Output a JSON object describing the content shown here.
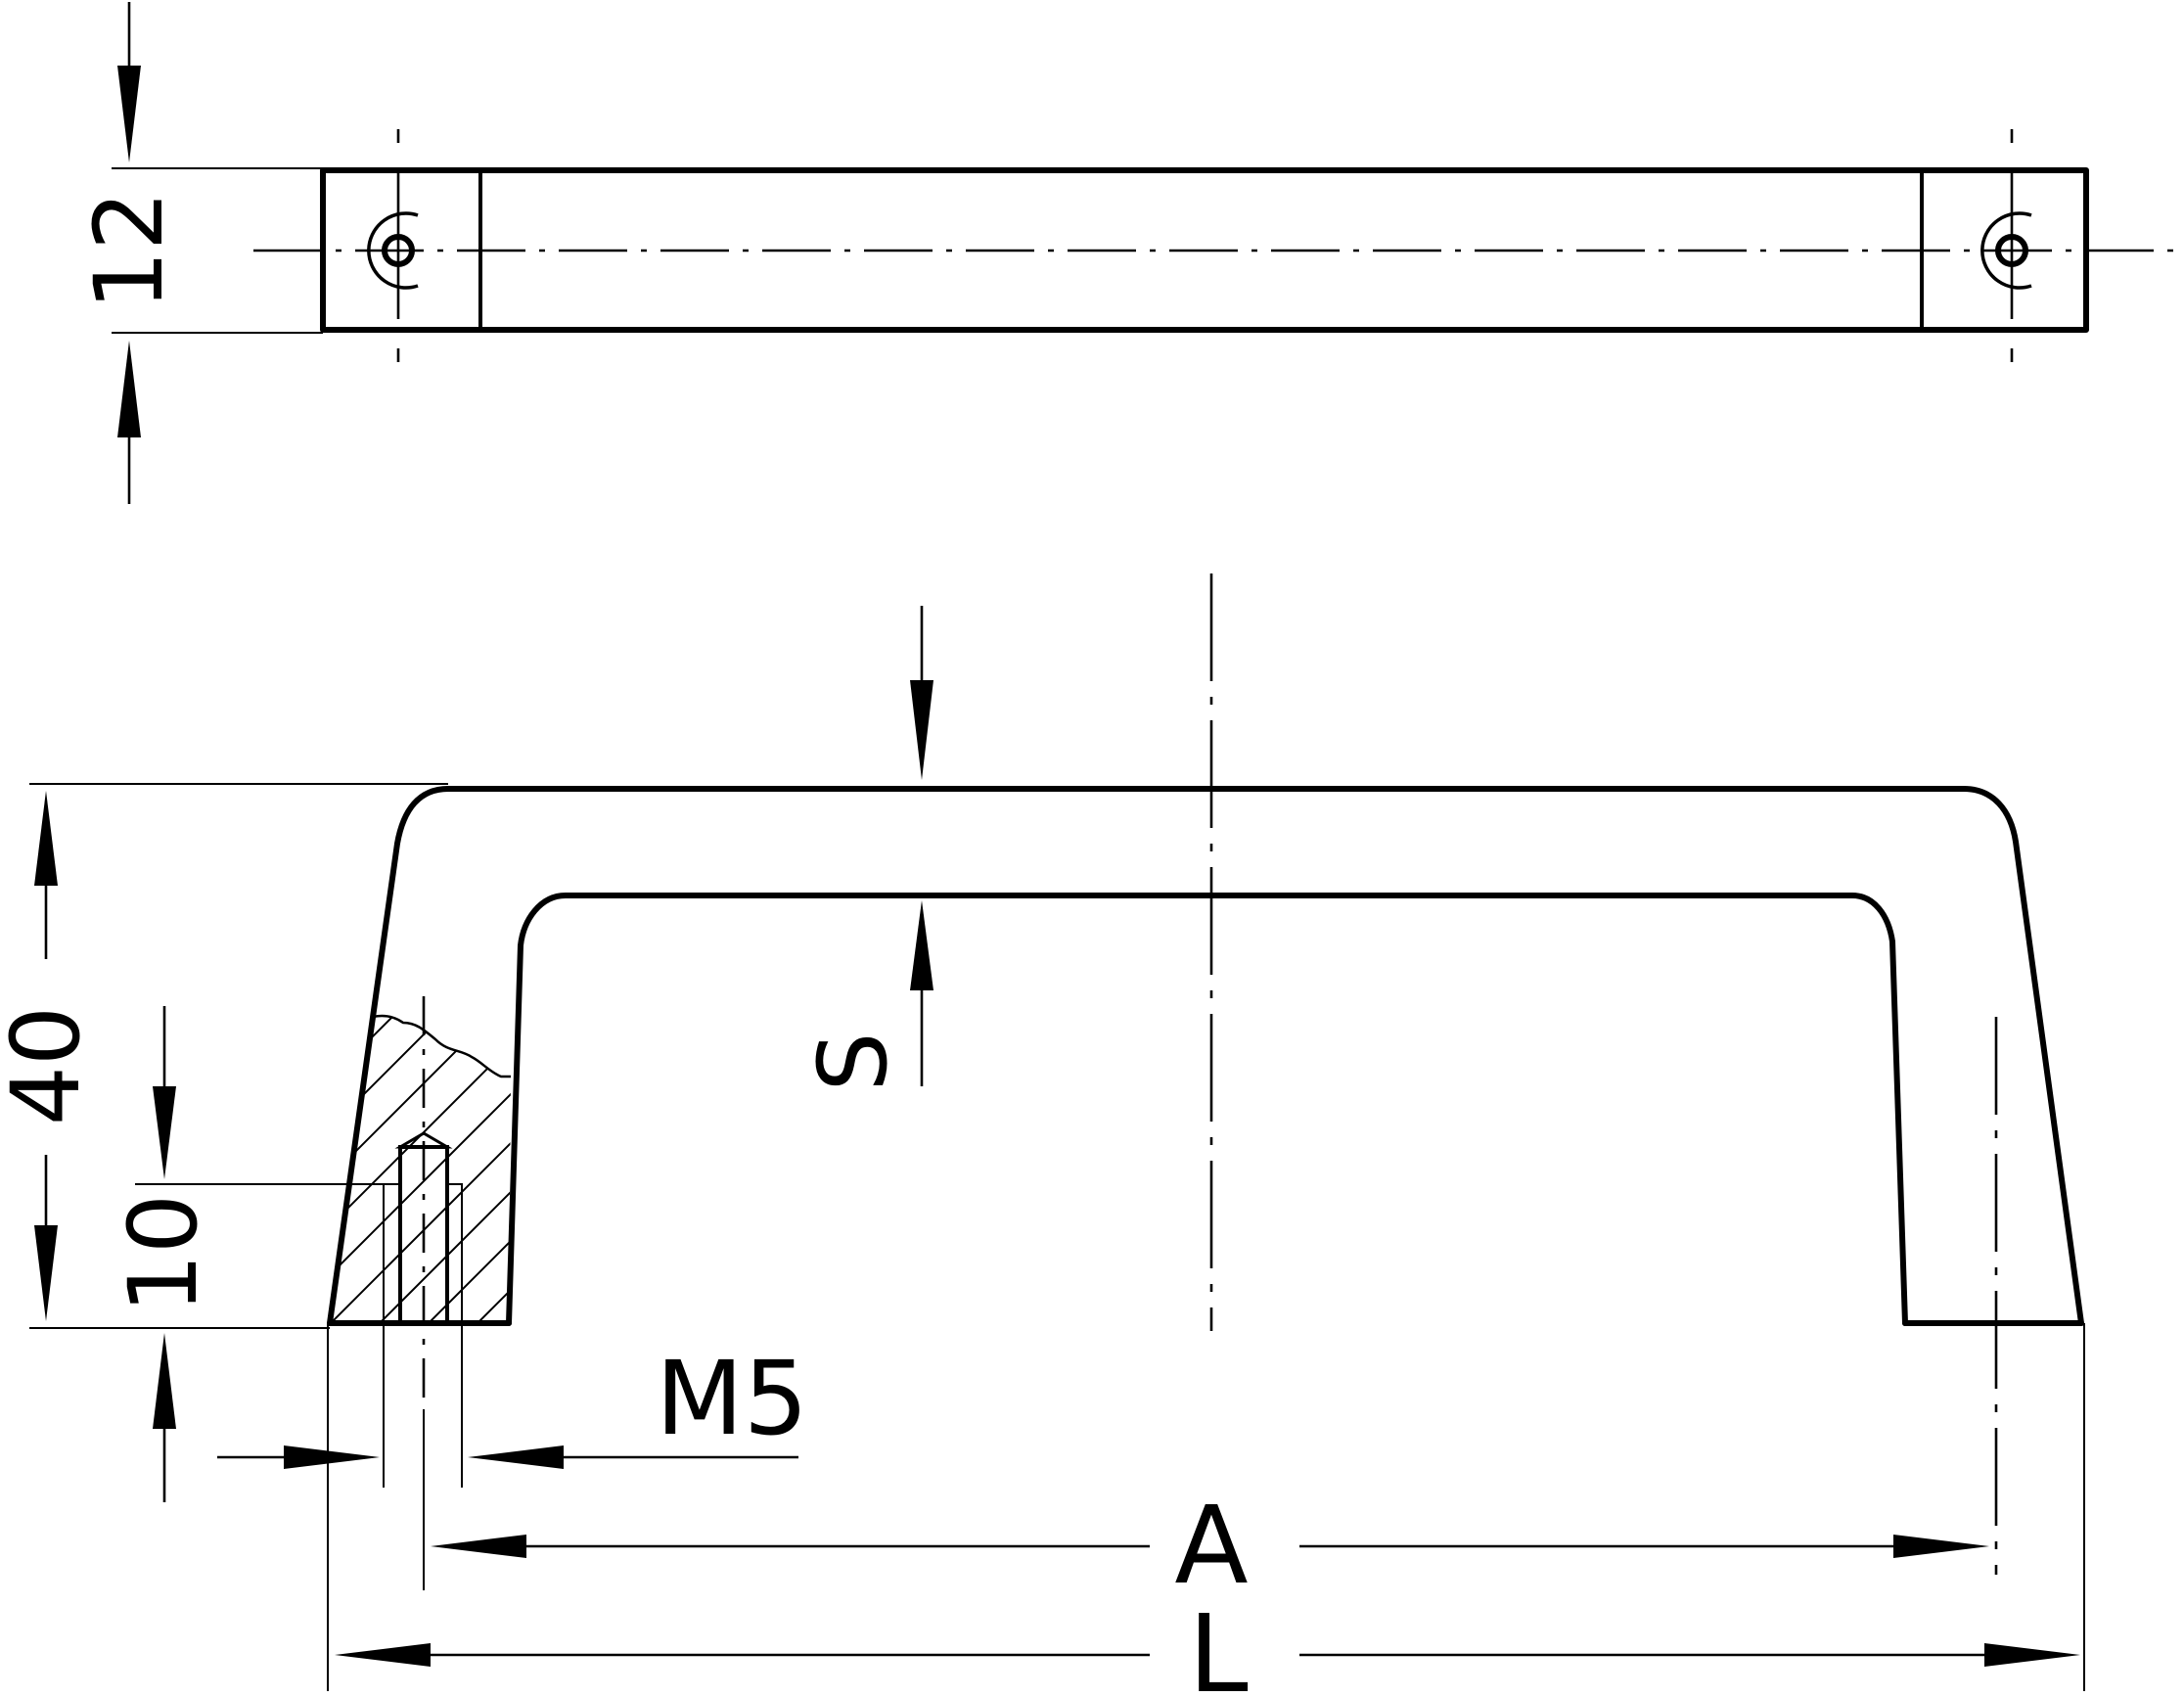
{
  "drawing": {
    "type": "technical-drawing",
    "subject": "U-shaped handle with threaded mounting holes",
    "views": [
      "top-view",
      "side-view-with-partial-section"
    ],
    "line_color": "#000000",
    "background": "#ffffff"
  },
  "dimensions": {
    "width_top_view": "12",
    "height_total": "40",
    "thread_depth": "10",
    "thread": "M5",
    "wall_thickness": "S",
    "hole_spacing": "A",
    "overall_length": "L"
  }
}
